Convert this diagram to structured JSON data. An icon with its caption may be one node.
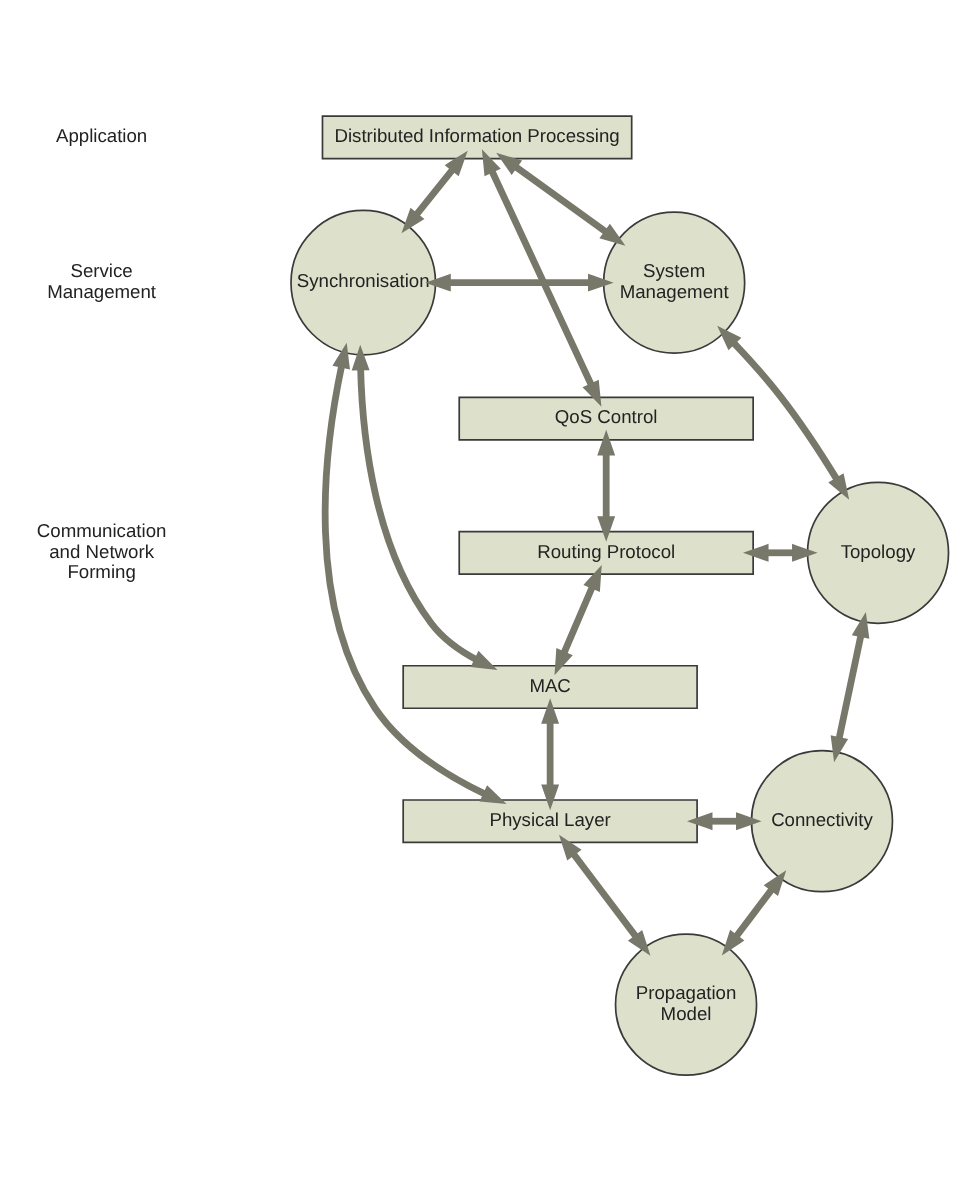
{
  "diagram": {
    "nodes": [
      {
        "text": [
          "Distributed Information Processing"
        ]
      },
      {
        "text": [
          "Synchronisation"
        ]
      },
      {
        "text": [
          "System Management"
        ]
      },
      {
        "text": [
          "QoS Control"
        ]
      },
      {
        "text": [
          "Routing Protocol"
        ]
      },
      {
        "text": [
          "Topology"
        ]
      },
      {
        "text": [
          "MAC"
        ]
      },
      {
        "text": [
          "Physical Layer"
        ]
      },
      {
        "text": [
          "Connectivity"
        ]
      },
      {
        "text": [
          "Propagation Model"
        ]
      }
    ],
    "edges": [
      {
        "from": 0,
        "to": 1,
        "arrow": "both"
      },
      {
        "from": 2,
        "to": 0,
        "arrow": "both"
      },
      {
        "from": 0,
        "to": 3,
        "arrow": "both"
      },
      {
        "from": 1,
        "to": 2,
        "arrow": "both"
      },
      {
        "from": 2,
        "to": 5,
        "arrow": "both"
      },
      {
        "from": 3,
        "to": 4,
        "arrow": "both"
      },
      {
        "from": 4,
        "to": 5,
        "arrow": "both"
      },
      {
        "from": 4,
        "to": 6,
        "arrow": "both"
      },
      {
        "from": 5,
        "to": 8,
        "arrow": "both"
      },
      {
        "from": 1,
        "to": 6,
        "arrow": "both"
      },
      {
        "from": 1,
        "to": 7,
        "arrow": "both"
      },
      {
        "from": 6,
        "to": 7,
        "arrow": "both"
      },
      {
        "from": 7,
        "to": 8,
        "arrow": "both"
      },
      {
        "from": 7,
        "to": 9,
        "arrow": "both"
      },
      {
        "from": 8,
        "to": 9,
        "arrow": "both"
      }
    ],
    "labels": [
      "Application",
      "Service Management",
      "Communication and Network Forming"
    ]
  }
}
